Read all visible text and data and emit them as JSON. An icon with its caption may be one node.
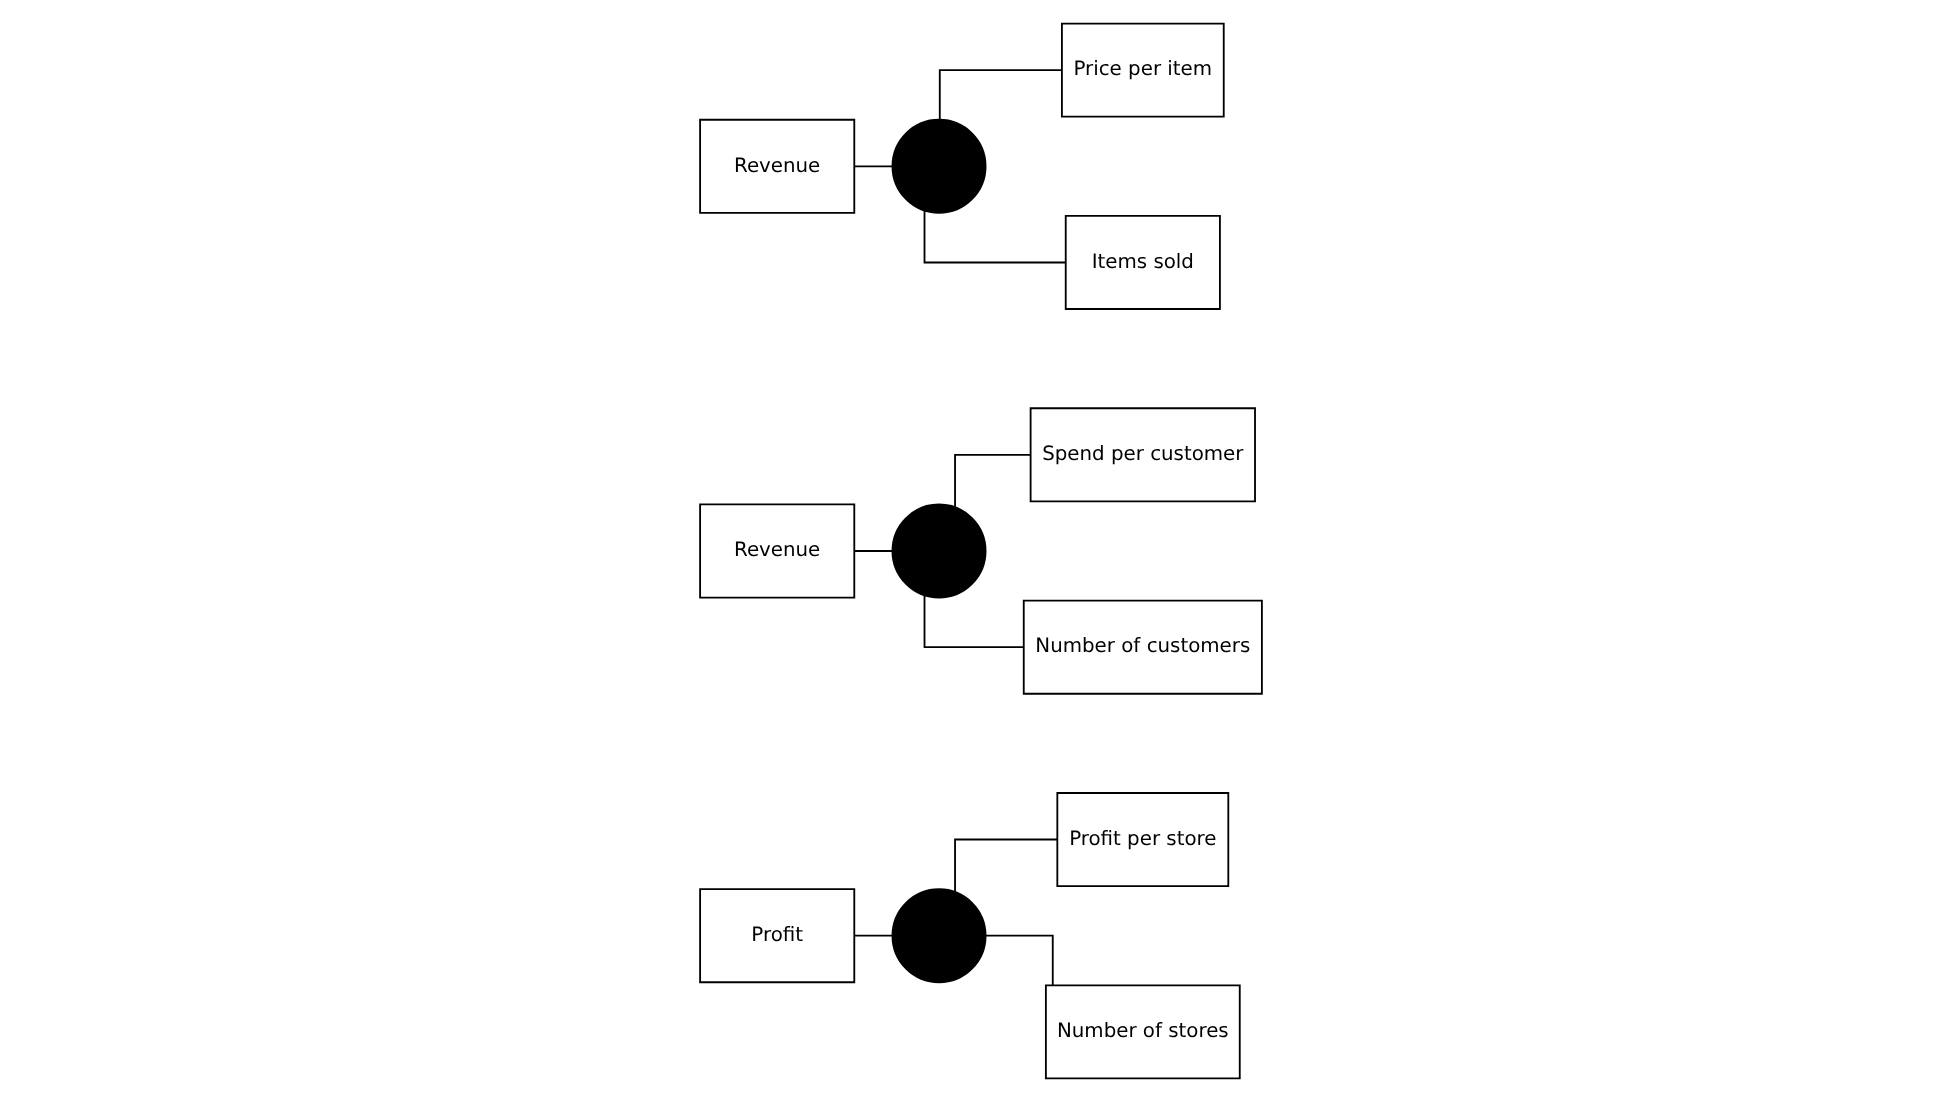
{
  "diagram": {
    "nodes": [
      {
        "text": [
          "Revenue"
        ]
      },
      {
        "text": [],
        "shape": "circle"
      },
      {
        "text": [
          "Items sold"
        ]
      },
      {
        "text": [
          "Price per item"
        ]
      },
      {
        "text": [
          "Revenue"
        ]
      },
      {
        "text": [],
        "shape": "circle"
      },
      {
        "text": [
          "Number of customers"
        ]
      },
      {
        "text": [
          "Spend per customer"
        ]
      },
      {
        "text": [
          "Profit"
        ]
      },
      {
        "text": [],
        "shape": "circle"
      },
      {
        "text": [
          "Number of stores"
        ]
      },
      {
        "text": [
          "Profit per store"
        ]
      }
    ],
    "edges": [
      {
        "from": 0,
        "to": 1,
        "arrow": "none"
      },
      {
        "from": 1,
        "to": 2,
        "arrow": "none"
      },
      {
        "from": 1,
        "to": 3,
        "arrow": "none"
      },
      {
        "from": 4,
        "to": 5,
        "arrow": "none"
      },
      {
        "from": 5,
        "to": 6,
        "arrow": "none"
      },
      {
        "from": 5,
        "to": 7,
        "arrow": "none"
      },
      {
        "from": 8,
        "to": 9,
        "arrow": "none"
      },
      {
        "from": 9,
        "to": 10,
        "arrow": "none"
      },
      {
        "from": 9,
        "to": 11,
        "arrow": "none"
      }
    ]
  }
}
